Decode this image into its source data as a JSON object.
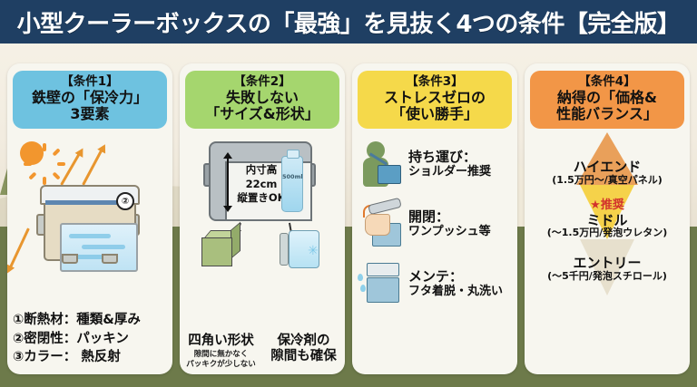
{
  "title": "小型クーラーボックスの「最強」を見抜く4つの条件【完全版】",
  "colors": {
    "title_bar": "#1f3f63",
    "panel1_header": "#6ec2e0",
    "panel2_header": "#a5d66e",
    "panel3_header": "#f5d94a",
    "panel4_header": "#f29647",
    "card_bg": "#f7f6ef",
    "ground": "#6d7a4a",
    "recommend_red": "#d2322c"
  },
  "panels": [
    {
      "header_line1": "【条件1】",
      "header_line2": "鉄壁の「保冷力」",
      "header_line3": "3要素",
      "illustration": {
        "sun": "sun-icon",
        "cooler_badge": "②"
      },
      "items": [
        "①断熱材：種類&厚み",
        "②密閉性：パッキン",
        "③カラー： 熱反射"
      ]
    },
    {
      "header_line1": "【条件2】",
      "header_line2": "失敗しない",
      "header_line3": "「サイズ&形状」",
      "illustration": {
        "dimension_label_line1": "内寸高22cm",
        "dimension_label_line2": "縦置きOK",
        "bottle_label": "500ml"
      },
      "captions": [
        {
          "big": "四角い形状",
          "small_line1": "隙間に無かなく",
          "small_line2": "パッキクが少しない"
        },
        {
          "big_line1": "保冷剤の",
          "big_line2": "隙間も確保"
        }
      ]
    },
    {
      "header_line1": "【条件3】",
      "header_line2": "ストレスゼロの",
      "header_line3": "「使い勝手」",
      "rows": [
        {
          "icon": "person-shoulder-bag-icon",
          "t1": "持ち運び：",
          "t2": "ショルダー推奨"
        },
        {
          "icon": "hand-open-lid-icon",
          "t1": "開閉：",
          "t2": "ワンプッシュ等"
        },
        {
          "icon": "cooler-wash-icon",
          "t1": "メンテ：",
          "t2": "フタ着脱・丸洗い"
        }
      ]
    },
    {
      "header_line1": "【条件4】",
      "header_line2": "納得の「価格&",
      "header_line3": "性能バランス」",
      "pyramid": [
        {
          "label": "ハイエンド",
          "sub": "(1.5万円〜/真空パネル)",
          "badge": ""
        },
        {
          "label": "ミドル",
          "sub": "(〜1.5万円/発泡ウレタン)",
          "badge": "★推奨"
        },
        {
          "label": "エントリー",
          "sub": "(〜5千円/発泡スチロール)",
          "badge": ""
        }
      ]
    }
  ]
}
